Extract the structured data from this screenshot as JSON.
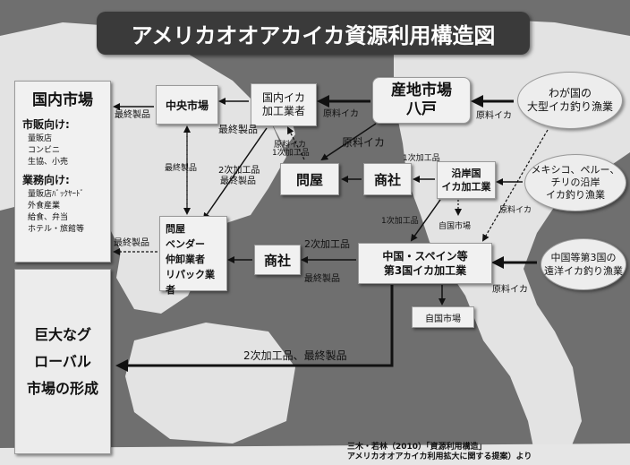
{
  "title": "アメリカオオアカイカ資源利用構造図",
  "nodes": {
    "domestic_market": {
      "heading": "国内市場",
      "retail_heading": "市販向け:",
      "retail_items": [
        "量販店",
        "コンビニ",
        "生協、小売"
      ],
      "business_heading": "業務向け:",
      "business_items": [
        "量販店ﾊﾞｯｸﾔｰﾄﾞ",
        "外食産業",
        "給食、弁当",
        "ホテル・旅館等"
      ]
    },
    "central_market": "中央市場",
    "domestic_processor": [
      "国内イカ",
      "加工業者"
    ],
    "origin_market": [
      "産地市場",
      "八戸"
    ],
    "jp_fishery": [
      "わが国の",
      "大型イカ釣り漁業"
    ],
    "wholesaler": "問屋",
    "trading_co_top": "商社",
    "coastal_processor": [
      "沿岸国",
      "イカ加工業"
    ],
    "coastal_fishery": [
      "メキシコ、ペルー、",
      "チリの沿岸",
      "イカ釣り漁業"
    ],
    "distributors": [
      "問屋",
      "ベンダー",
      "仲卸業者",
      "リパック業者"
    ],
    "trading_co_mid": "商社",
    "third_country_processor": [
      "中国・スペイン等",
      "第3国イカ加工業"
    ],
    "third_country_fishery": [
      "中国等第3国の",
      "遠洋イカ釣り漁業"
    ],
    "own_country_market": "自国市場",
    "global_market": [
      "巨大なグ",
      "ローバル",
      "市場の形成"
    ]
  },
  "labels": {
    "final_products_1": "最終製品",
    "raw_squid_1": "原料イカ",
    "raw_squid_2": "原料イカ",
    "final_products_2": "最終製品",
    "raw_squid_small": "原料イカ",
    "primary_small": "1次加工品",
    "raw_squid_3": "原料イカ",
    "primary_1": "1次加工品",
    "final_products_3": "最終製品",
    "secondary_final": [
      "2次加工品",
      "最終製品"
    ],
    "raw_squid_4": "原料イカ",
    "primary_2": "1次加工品",
    "own_market_small": "自国市場",
    "final_products_4": "最終製品",
    "secondary_1": "2次加工品",
    "final_products_5": "最終製品",
    "raw_squid_5": "原料イカ",
    "global_flow": "2次加工品、最終製品"
  },
  "source": [
    "三木・若林（2010）「資源利用構造」",
    "アメリカオオアカイカ利用拡大に関する提案）より"
  ],
  "colors": {
    "background": "#6e6e6e",
    "box": "#f1f1f1",
    "title_bg": "#3a3a3a",
    "land": "#e4e4e4",
    "arrow": "#111111"
  }
}
